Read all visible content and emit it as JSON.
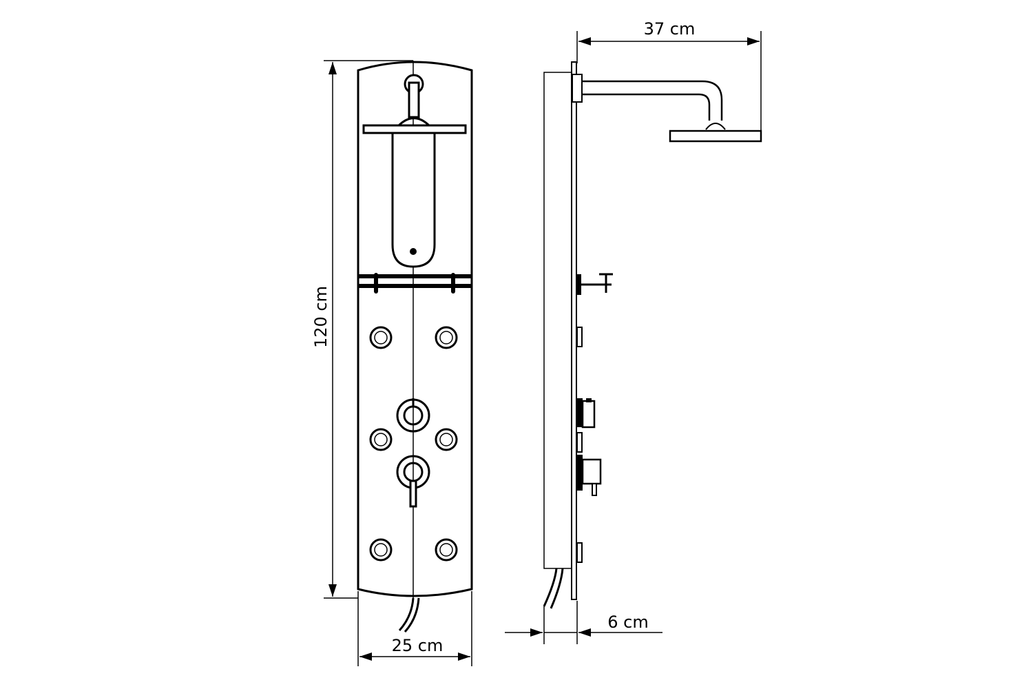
{
  "dimensions": {
    "height_label": "120 cm",
    "width_label": "25 cm",
    "depth_label": "6 cm",
    "arm_reach_label": "37 cm"
  }
}
